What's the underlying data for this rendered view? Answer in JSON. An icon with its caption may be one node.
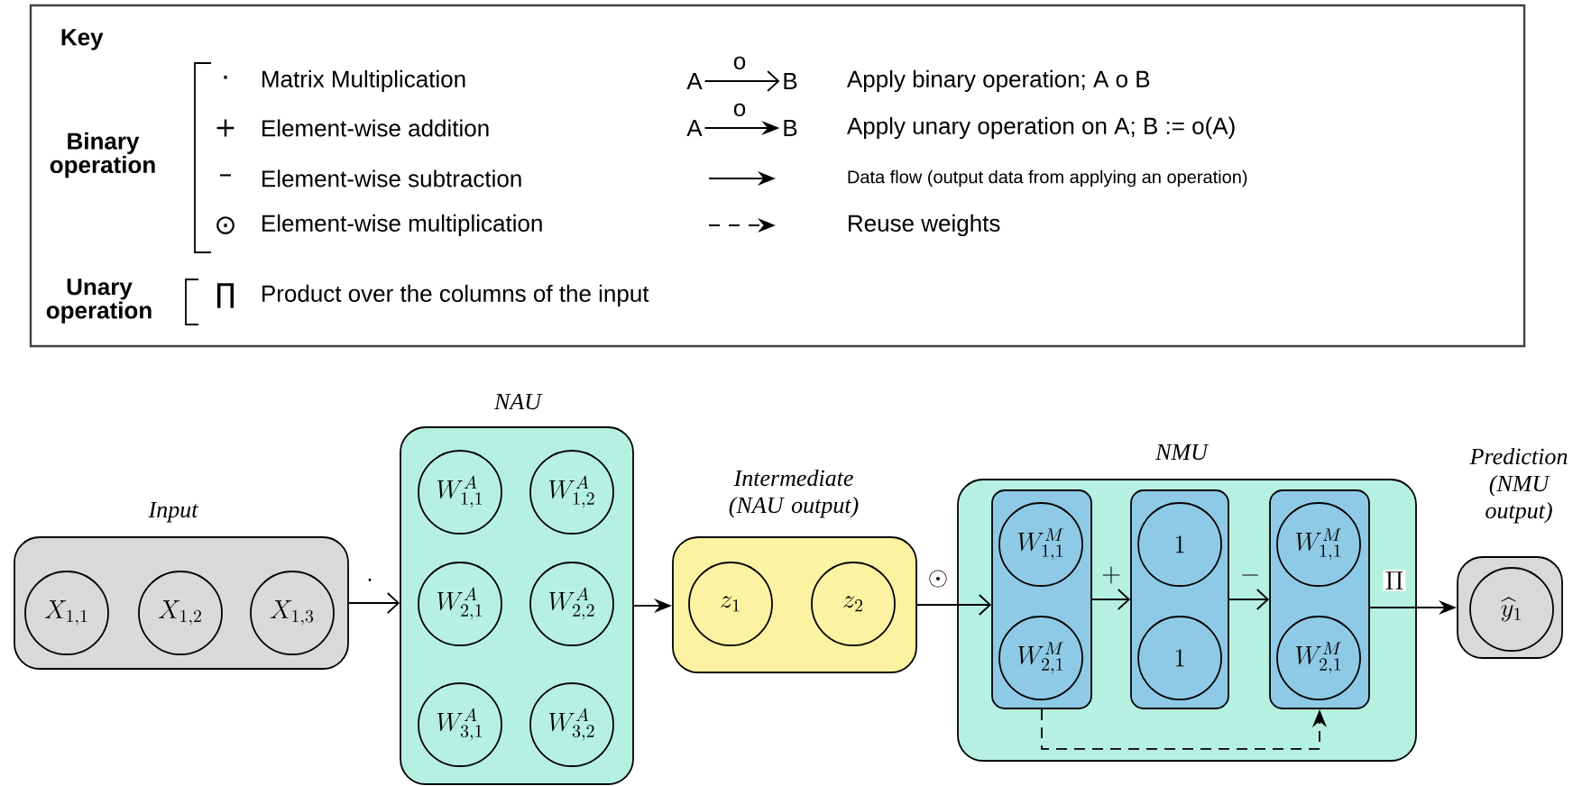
{
  "diagram": {
    "nodes": [
      {
        "text": [
          "Input"
        ]
      },
      {
        "text": [
          "X_{1,1}"
        ],
        "in": 0
      },
      {
        "text": [
          "X_{1,2}"
        ],
        "in": 0
      },
      {
        "text": [
          "X_{1,3}"
        ],
        "in": 0
      },
      {
        "text": [
          "NAU"
        ]
      },
      {
        "text": [
          "W^{A}_{1,1}"
        ],
        "in": 4
      },
      {
        "text": [
          "W^{A}_{1,2}"
        ],
        "in": 4
      },
      {
        "text": [
          "W^{A}_{2,1}"
        ],
        "in": 4
      },
      {
        "text": [
          "W^{A}_{2,2}"
        ],
        "in": 4
      },
      {
        "text": [
          "W^{A}_{3,1}"
        ],
        "in": 4
      },
      {
        "text": [
          "W^{A}_{3,2}"
        ],
        "in": 4
      },
      {
        "text": [
          "Intermediate (NAU output)"
        ]
      },
      {
        "text": [
          "z_1"
        ],
        "in": 11
      },
      {
        "text": [
          "z_2"
        ],
        "in": 11
      },
      {
        "text": [
          "NMU"
        ]
      },
      {
        "text": [],
        "shape": "box",
        "in": 14
      },
      {
        "text": [
          "W^{M}_{1,1}"
        ],
        "in": 15
      },
      {
        "text": [
          "W^{M}_{2,1}"
        ],
        "in": 15
      },
      {
        "text": [],
        "shape": "box",
        "in": 14
      },
      {
        "text": [
          "1"
        ],
        "in": 18
      },
      {
        "text": [
          "1"
        ],
        "in": 18
      },
      {
        "text": [],
        "shape": "box",
        "in": 14
      },
      {
        "text": [
          "W^{M}_{1,1}"
        ],
        "in": 21
      },
      {
        "text": [
          "W^{M}_{2,1}"
        ],
        "in": 21
      },
      {
        "text": [
          "Prediction (NMU output)"
        ]
      },
      {
        "text": [
          "\\widehat{y}_1"
        ],
        "in": 24
      },
      {
        "text": [
          "A"
        ]
      },
      {
        "text": [
          "B"
        ]
      },
      {
        "text": [
          "A"
        ]
      },
      {
        "text": [
          "B"
        ]
      }
    ],
    "edges": [
      {
        "from": 0,
        "to": 4,
        "arrow": "to",
        "label": "\\cdot"
      },
      {
        "from": 4,
        "to": 11,
        "arrow": "to"
      },
      {
        "from": 11,
        "to": 15,
        "arrow": "to",
        "label": "\\odot"
      },
      {
        "from": 15,
        "to": 18,
        "arrow": "to",
        "label": "+"
      },
      {
        "from": 18,
        "to": 21,
        "arrow": "to",
        "label": "-"
      },
      {
        "from": 21,
        "to": 24,
        "arrow": "to",
        "label": "\\Pi"
      },
      {
        "from": 15,
        "to": 21,
        "arrow": "to",
        "style": "dashed"
      },
      {
        "from": 26,
        "to": 27,
        "arrow": "to",
        "label": "o"
      },
      {
        "from": 28,
        "to": 29,
        "arrow": "to",
        "label": "o"
      }
    ],
    "labels": [
      "Key",
      "Binary operation",
      "·",
      "Matrix Multiplication",
      "+",
      "Element-wise addition",
      "–",
      "Element-wise subtraction",
      "⊙",
      "Element-wise multiplication",
      "Unary operation",
      "∏",
      "Product over the columns of the input"
    ],
    "legend": [
      {
        "text": "Apply binary operation; A o B"
      },
      {
        "text": "Apply unary operation on A; B := o(A)"
      },
      {
        "text": "Data flow (output data from applying an operation)"
      },
      {
        "text": "Reuse weights"
      }
    ]
  }
}
